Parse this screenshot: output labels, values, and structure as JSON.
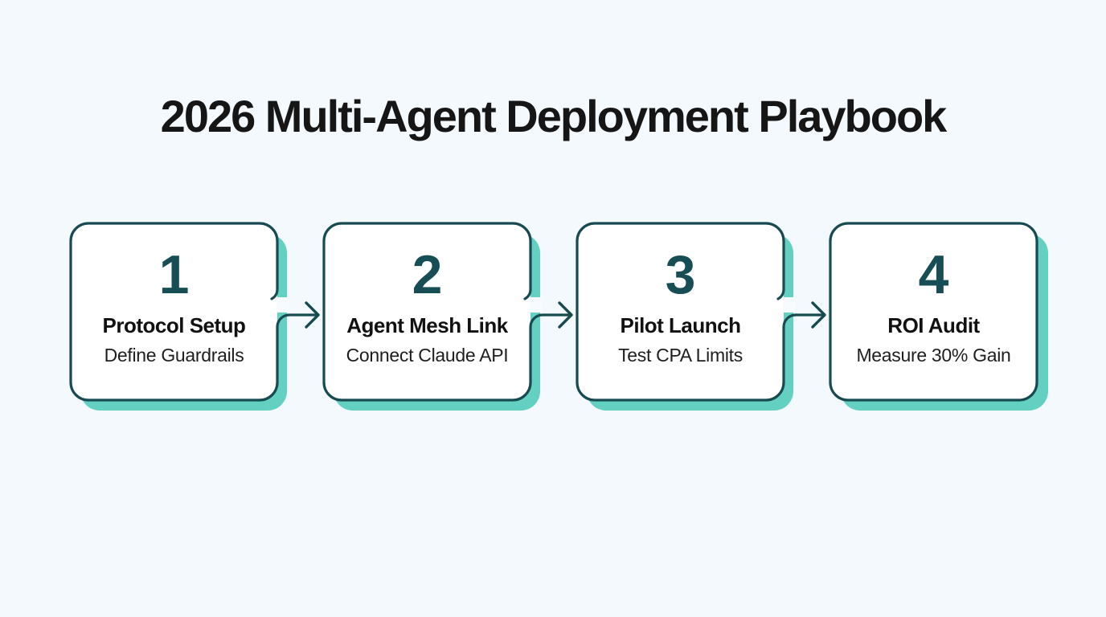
{
  "title": "2026 Multi-Agent Deployment Playbook",
  "steps": [
    {
      "number": "1",
      "title": "Protocol Setup",
      "subtitle": "Define Guardrails"
    },
    {
      "number": "2",
      "title": "Agent Mesh Link",
      "subtitle": "Connect Claude API"
    },
    {
      "number": "3",
      "title": "Pilot Launch",
      "subtitle": "Test CPA Limits"
    },
    {
      "number": "4",
      "title": "ROI Audit",
      "subtitle": "Measure 30% Gain"
    }
  ],
  "colors": {
    "accent_dark": "#174b51",
    "number": "#174e56",
    "shadow_mint": "#63d0c1",
    "background": "#f3f9fc",
    "card": "#ffffff",
    "text": "#161616"
  }
}
